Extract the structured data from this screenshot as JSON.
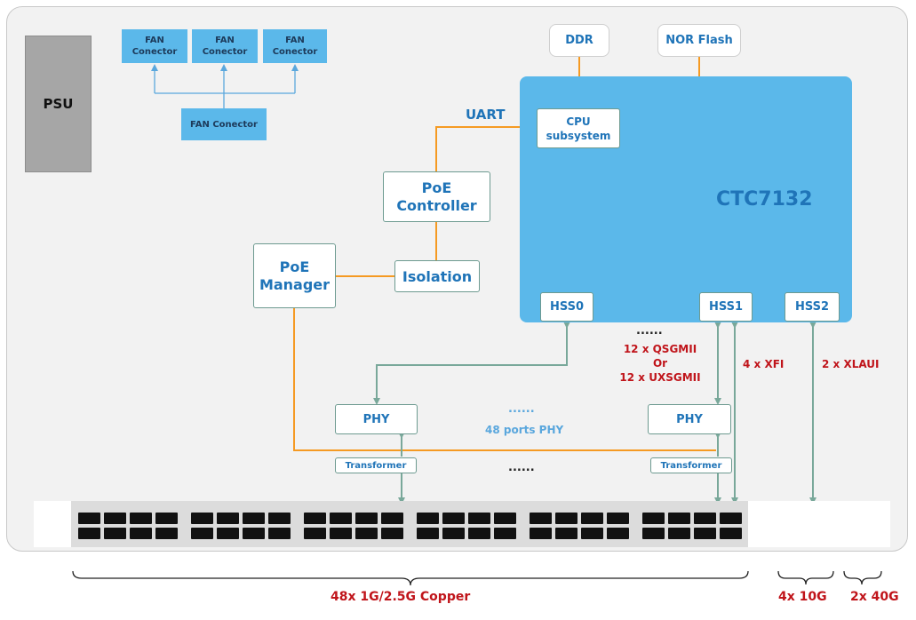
{
  "psu": "PSU",
  "fan_connectors": [
    "FAN Conector",
    "FAN Conector",
    "FAN Conector"
  ],
  "fan_main": "FAN Conector",
  "memory": {
    "ddr": "DDR",
    "nor": "NOR Flash"
  },
  "chip": {
    "name": "CTC7132",
    "cpu": "CPU subsystem",
    "hss0": "HSS0",
    "hss1": "HSS1",
    "hss2": "HSS2"
  },
  "poe": {
    "controller": "PoE Controller",
    "manager": "PoE Manager",
    "isolation": "Isolation"
  },
  "uart": "UART",
  "phy": [
    "PHY",
    "PHY"
  ],
  "transformer": [
    "Transformer",
    "Transformer"
  ],
  "dots": [
    "......",
    "......",
    "......"
  ],
  "ports_phy": "48 ports PHY",
  "links": {
    "qsgmii": "12 x QSGMII",
    "or": "Or",
    "uxsgmii": "12 x UXSGMII",
    "xfi": "4 x XFI",
    "xlaui": "2 x XLAUI"
  },
  "bottom": {
    "copper": "48x 1G/2.5G Copper",
    "ten_g": "4x 10G",
    "forty_g": "2x 40G"
  },
  "colors": {
    "chip": "#5bb8ea",
    "orange": "#f59a23",
    "green": "#79a89a",
    "red": "#c0141a",
    "blue": "#1f74b8"
  }
}
